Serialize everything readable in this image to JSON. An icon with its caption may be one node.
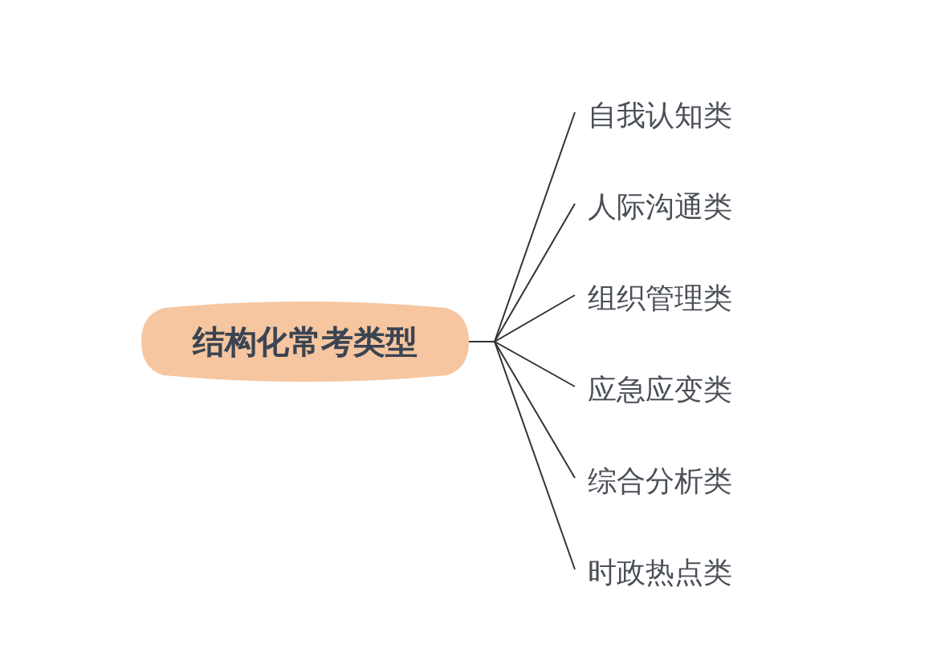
{
  "diagram": {
    "nodes": [
      {
        "text": [
          "结构化常考类型"
        ]
      },
      {
        "text": [
          "自我认知类"
        ]
      },
      {
        "text": [
          "人际沟通类"
        ]
      },
      {
        "text": [
          "组织管理类"
        ]
      },
      {
        "text": [
          "应急应变类"
        ]
      },
      {
        "text": [
          "综合分析类"
        ]
      },
      {
        "text": [
          "时政热点类"
        ]
      }
    ],
    "edges": [
      {
        "from": 0,
        "to": 1,
        "arrow": "none"
      },
      {
        "from": 0,
        "to": 2,
        "arrow": "none"
      },
      {
        "from": 0,
        "to": 3,
        "arrow": "none"
      },
      {
        "from": 0,
        "to": 4,
        "arrow": "none"
      },
      {
        "from": 0,
        "to": 5,
        "arrow": "none"
      },
      {
        "from": 0,
        "to": 6,
        "arrow": "none"
      }
    ]
  }
}
